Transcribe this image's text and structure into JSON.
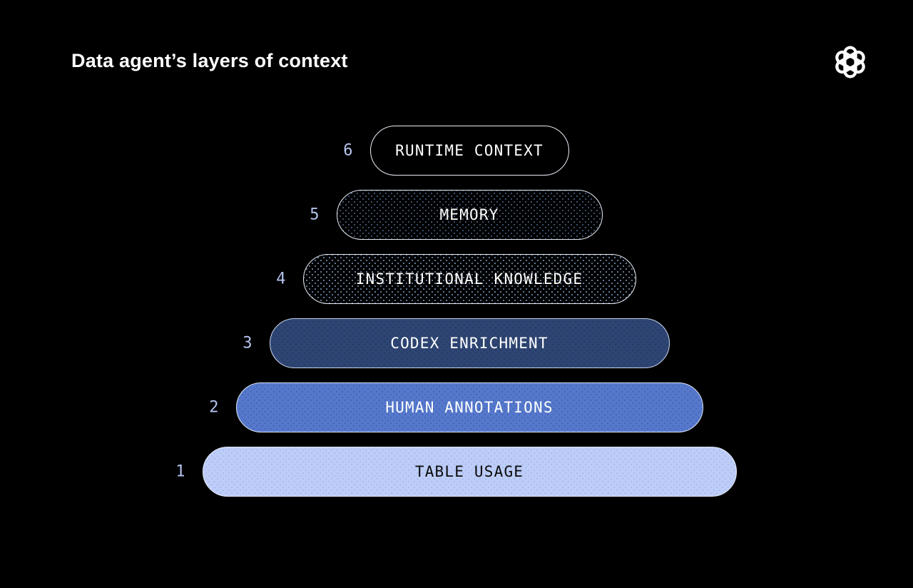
{
  "header": {
    "title": "Data agent’s layers of context"
  },
  "brand": {
    "logo_icon": "openai-logo"
  },
  "diagram": {
    "type": "stacked-pyramid",
    "number_color": "#b5c5ef",
    "layers": [
      {
        "number": "6",
        "label": "RUNTIME CONTEXT",
        "style": "outline",
        "fill": "#000000",
        "border": "#e9eef7",
        "text_color": "#ffffff"
      },
      {
        "number": "5",
        "label": "MEMORY",
        "style": "dotted-outline",
        "fill": "#000000",
        "dot_color": "#3c506e",
        "border": "#e6ecf6",
        "text_color": "#ffffff"
      },
      {
        "number": "4",
        "label": "INSTITUTIONAL KNOWLEDGE",
        "style": "dotted-outline",
        "fill": "#000000",
        "dot_color": "#617797",
        "border": "#e9eef7",
        "text_color": "#ffffff"
      },
      {
        "number": "3",
        "label": "CODEX ENRICHMENT",
        "style": "filled",
        "fill": "#2e4573",
        "dot_color": "#263a61",
        "border": "#c9d5ee",
        "text_color": "#ffffff"
      },
      {
        "number": "2",
        "label": "HUMAN ANNOTATIONS",
        "style": "filled",
        "fill": "#5578cd",
        "dot_color": "#4867b2",
        "border": "#dde6f7",
        "text_color": "#ffffff"
      },
      {
        "number": "1",
        "label": "TABLE USAGE",
        "style": "filled",
        "fill": "#bdcdf8",
        "dot_color": "#aabdf0",
        "border": "#e6edfc",
        "text_color": "#0a0a0a"
      }
    ]
  }
}
